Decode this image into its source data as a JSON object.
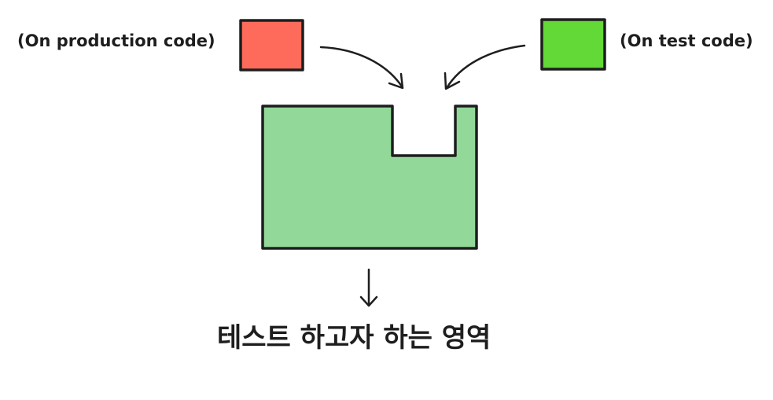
{
  "labels": {
    "production": "(On production code)",
    "test": "(On test code)"
  },
  "caption": "테스트 하고자 하는 영역",
  "colors": {
    "production_block": "#ff6b5a",
    "test_block": "#62d936",
    "target_area": "#92d999",
    "stroke": "#1e1e1e"
  },
  "icons": {
    "arrow_from_production": "curved-arrow-icon",
    "arrow_from_test": "curved-arrow-icon",
    "arrow_down": "arrow-down-icon"
  }
}
